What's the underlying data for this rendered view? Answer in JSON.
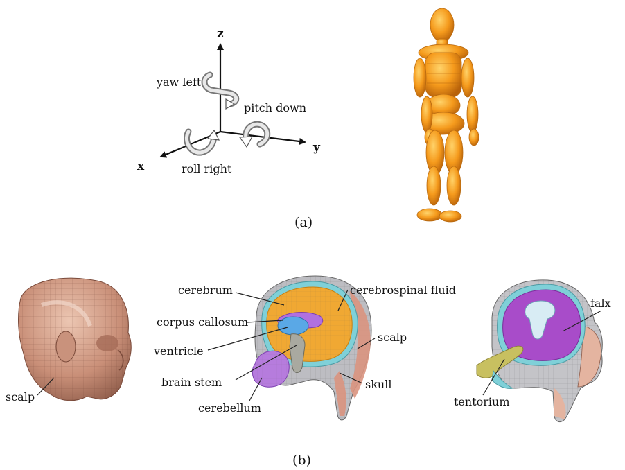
{
  "panel_a": {
    "axes": {
      "z": "z",
      "x": "x",
      "y": "y"
    },
    "rotations": {
      "yaw": "yaw left",
      "pitch": "pitch down",
      "roll": "roll right"
    },
    "caption": "(a)"
  },
  "panel_b": {
    "head_exterior": {
      "label": "scalp"
    },
    "section": {
      "cerebrum": "cerebrum",
      "corpus_callosum": "corpus callosum",
      "ventricle": "ventricle",
      "brain_stem": "brain stem",
      "cerebellum": "cerebellum",
      "csf": "cerebrospinal fluid",
      "scalp": "scalp",
      "skull": "skull"
    },
    "membranes": {
      "falx": "falx",
      "tentorium": "tentorium"
    },
    "caption": "(b)"
  },
  "colors": {
    "dummy_orange": "#f59a1c",
    "cerebrum_orange": "#f0a833",
    "ventricle_blue": "#5aa8e6",
    "corpus_purple": "#b070e0",
    "cerebellum_purple": "#b67cdd",
    "skin": "#d9a58d",
    "falx_purple": "#a84cc9",
    "tentorium_yellow": "#c8c060",
    "skull_gray": "#b9b9bd"
  }
}
